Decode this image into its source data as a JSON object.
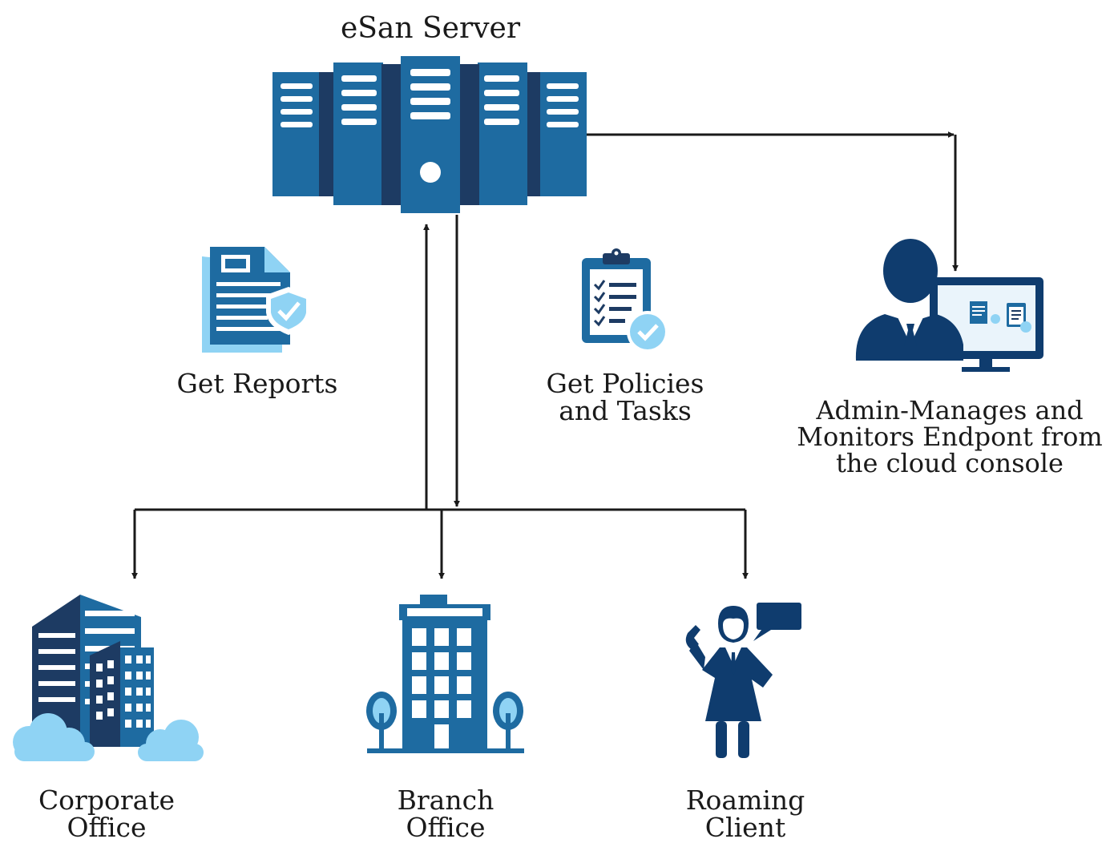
{
  "title": "eSan Server",
  "labels": {
    "get_reports": "Get Reports",
    "get_policies": [
      "Get Policies",
      "and Tasks"
    ],
    "admin": [
      "Admin-Manages and",
      "Monitors Endpont from",
      "the cloud console"
    ],
    "corporate": [
      "Corporate",
      "Office"
    ],
    "branch": [
      "Branch",
      "Office"
    ],
    "roaming": [
      "Roaming",
      "Client"
    ]
  },
  "colors": {
    "primary": "#1e6ba1",
    "dark": "#1d3b63",
    "navy": "#0f3c6e",
    "light": "#8fd3f4",
    "arrow": "#1a1a1a"
  },
  "icons": [
    "server-rack-icon",
    "report-shield-icon",
    "clipboard-check-icon",
    "admin-console-icon",
    "corporate-building-icon",
    "branch-building-icon",
    "roaming-client-icon"
  ]
}
